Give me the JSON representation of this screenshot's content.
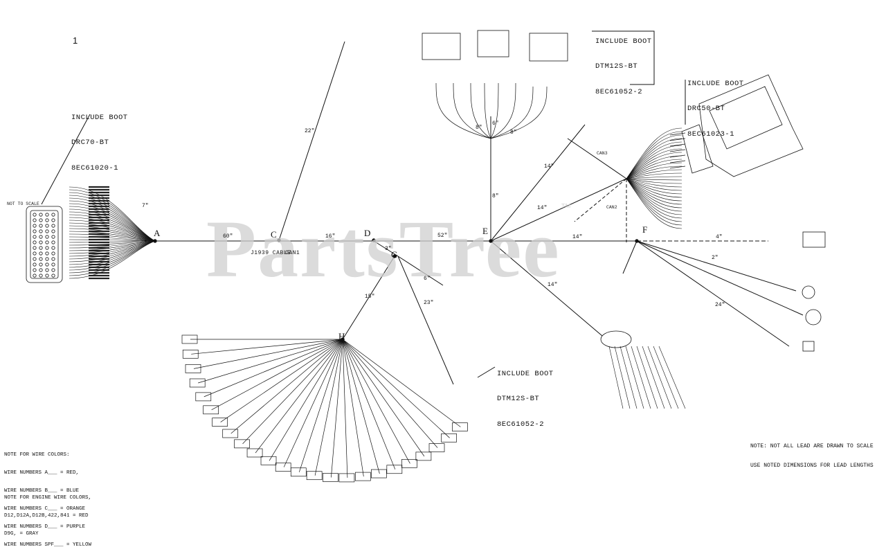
{
  "page_number": "1",
  "watermark": {
    "text": "PartsTree",
    "mark": "™"
  },
  "boots": {
    "b1": [
      "INCLUDE BOOT",
      "DRC70-BT",
      "8EC61020-1"
    ],
    "b2": [
      "INCLUDE BOOT",
      "DTM12S-BT",
      "8EC61052-2"
    ],
    "b3": [
      "INCLUDE BOOT",
      "DRC50-BT",
      "8EC61023-1"
    ],
    "b4": [
      "INCLUDE BOOT",
      "DTM12S-BT",
      "8EC61052-2"
    ]
  },
  "nodes": {
    "A": "A",
    "C": "C",
    "D": "D",
    "E": "E",
    "F": "F",
    "G": "G",
    "H": "H"
  },
  "dimensions": {
    "d7": "7\"",
    "d60": "60\"",
    "d16": "16\"",
    "d52": "52\"",
    "d22": "22\"",
    "d8a": "8\"",
    "d6": "6\"",
    "d8b": "8\"",
    "d8c": "8\"",
    "d14a": "14\"",
    "d14b": "14\"",
    "d14c": "14\"",
    "d14d": "14\"",
    "d4": "4\"",
    "d3": "3\"",
    "d15": "15\"",
    "d6b": "6\"",
    "d23": "23\"",
    "d2": "2\"",
    "d24": "24\""
  },
  "cable_labels": {
    "j1939": "J1939 CABLE",
    "can1": "CAN1",
    "can2": "CAN2",
    "can3": "CAN3"
  },
  "connector_a_label": "NOT TO SCALE",
  "notes_wire_colors": [
    "NOTE FOR WIRE COLORS:",
    "WIRE NUMBERS A___ = RED,",
    "WIRE NUMBERS B___ = BLUE",
    "WIRE NUMBERS C___ = ORANGE",
    "WIRE NUMBERS D___ = PURPLE",
    "WIRE NUMBERS SPF___ = YELLOW"
  ],
  "notes_engine": [
    "NOTE FOR ENGINE WIRE COLORS,",
    "D12,D12A,D12B,422,841 = RED",
    "D9G, = GRAY"
  ],
  "note_scale": [
    "NOTE: NOT ALL LEAD ARE DRAWN TO SCALE",
    "USE NOTED DIMENSIONS FOR LEAD LENGTHS"
  ],
  "colors": {
    "line": "#111111",
    "watermark": "#c8c8c8"
  }
}
